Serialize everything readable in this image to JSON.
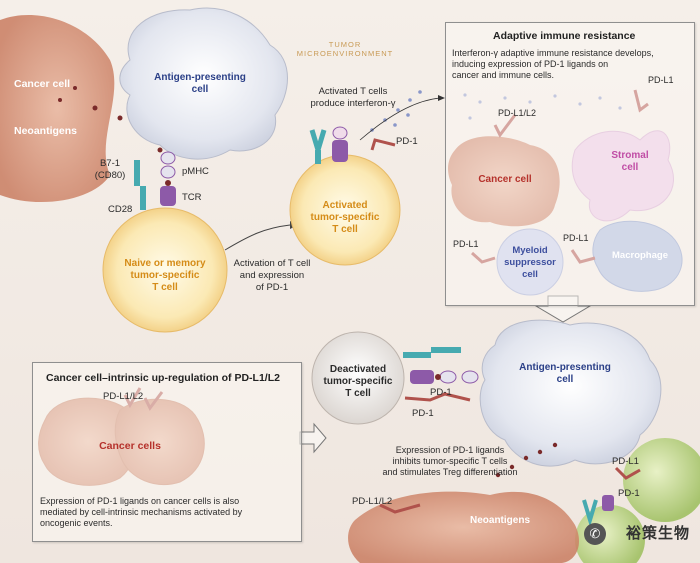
{
  "environment": {
    "tumor_microenvironment": "TUMOR\nMICROENVIRONMENT"
  },
  "labels": {
    "cancer_cell": "Cancer cell",
    "neoantigens": "Neoantigens",
    "apc": "Antigen-presenting\ncell",
    "b71": "B7-1\n(CD80)",
    "pmhc": "pMHC",
    "tcr": "TCR",
    "cd28": "CD28",
    "naive_t": "Naive or memory\ntumor-specific\nT cell",
    "activation_text": "Activation of T cell\nand expression\nof PD-1",
    "activated_produce": "Activated T cells\nproduce interferon-γ",
    "pd1": "PD-1",
    "activated_t": "Activated\ntumor-specific\nT cell",
    "deactivated_t": "Deactivated\ntumor-specific\nT cell",
    "apc2": "Antigen-presenting\ncell",
    "pd1_low1": "PD-1",
    "pd1_low2": "PD-1",
    "pd1_right": "PD-1",
    "pdl1_right": "PD-L1",
    "expression_inhibits": "Expression of PD-1 ligands\ninhibits tumor-specific T cells\nand stimulates Treg differentiation",
    "pdl1l2_bottom": "PD-L1/L2",
    "neoantigens_bottom": "Neoantigens"
  },
  "adaptive_box": {
    "title": "Adaptive immune resistance",
    "text": "Interferon-γ adaptive immune resistance develops,\ninducing expression of PD-1 ligands on\ncancer and immune cells.",
    "pdl1_top": "PD-L1",
    "pdl1l2": "PD-L1/L2",
    "cancer_cell": "Cancer cell",
    "stromal_cell": "Stromal\ncell",
    "pdl1_left": "PD-L1",
    "pdl1_mid": "PD-L1",
    "myeloid": "Myeloid\nsuppressor\ncell",
    "macrophage": "Macrophage"
  },
  "intrinsic_box": {
    "title": "Cancer cell–intrinsic up-regulation of PD-L1/L2",
    "pdl1l2": "PD-L1/L2",
    "cancer_cells": "Cancer cells",
    "text": "Expression of PD-1 ligands on cancer cells is also\nmediated by cell-intrinsic mechanisms activated by\noncogenic events."
  },
  "watermark": {
    "text": "裕策生物",
    "icon": "wechat-icon"
  },
  "colors": {
    "cancer": "#d99a7f",
    "apc": "#e6e8f0",
    "tcell": "#f8e7b5",
    "stromal": "#eac6e4",
    "macrophage": "#a9b9dd",
    "myeloid": "#c4ccec",
    "receptor_teal": "#46aab0",
    "receptor_purple": "#8d5aa8",
    "pd1_red": "#b0524c"
  }
}
